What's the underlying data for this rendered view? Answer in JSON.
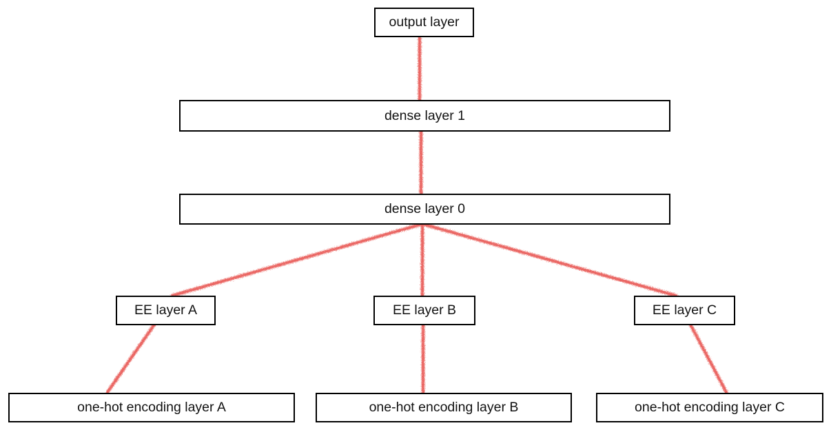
{
  "diagram": {
    "type": "network-architecture",
    "nodes": {
      "output": {
        "label": "output layer"
      },
      "dense1": {
        "label": "dense layer 1"
      },
      "dense0": {
        "label": "dense layer 0"
      },
      "ee_a": {
        "label": "EE layer A"
      },
      "ee_b": {
        "label": "EE layer B"
      },
      "ee_c": {
        "label": "EE layer C"
      },
      "onehot_a": {
        "label": "one-hot encoding layer A"
      },
      "onehot_b": {
        "label": "one-hot encoding layer B"
      },
      "onehot_c": {
        "label": "one-hot encoding layer C"
      }
    },
    "edges": [
      {
        "from": "dense1",
        "to": "output"
      },
      {
        "from": "dense0",
        "to": "dense1"
      },
      {
        "from": "ee_a",
        "to": "dense0"
      },
      {
        "from": "ee_b",
        "to": "dense0"
      },
      {
        "from": "ee_c",
        "to": "dense0"
      },
      {
        "from": "onehot_a",
        "to": "ee_a"
      },
      {
        "from": "onehot_b",
        "to": "ee_b"
      },
      {
        "from": "onehot_c",
        "to": "ee_c"
      }
    ],
    "colors": {
      "connector": "#ea615b",
      "box_border": "#000000",
      "box_fill": "#ffffff",
      "label_text": "#111111"
    }
  }
}
